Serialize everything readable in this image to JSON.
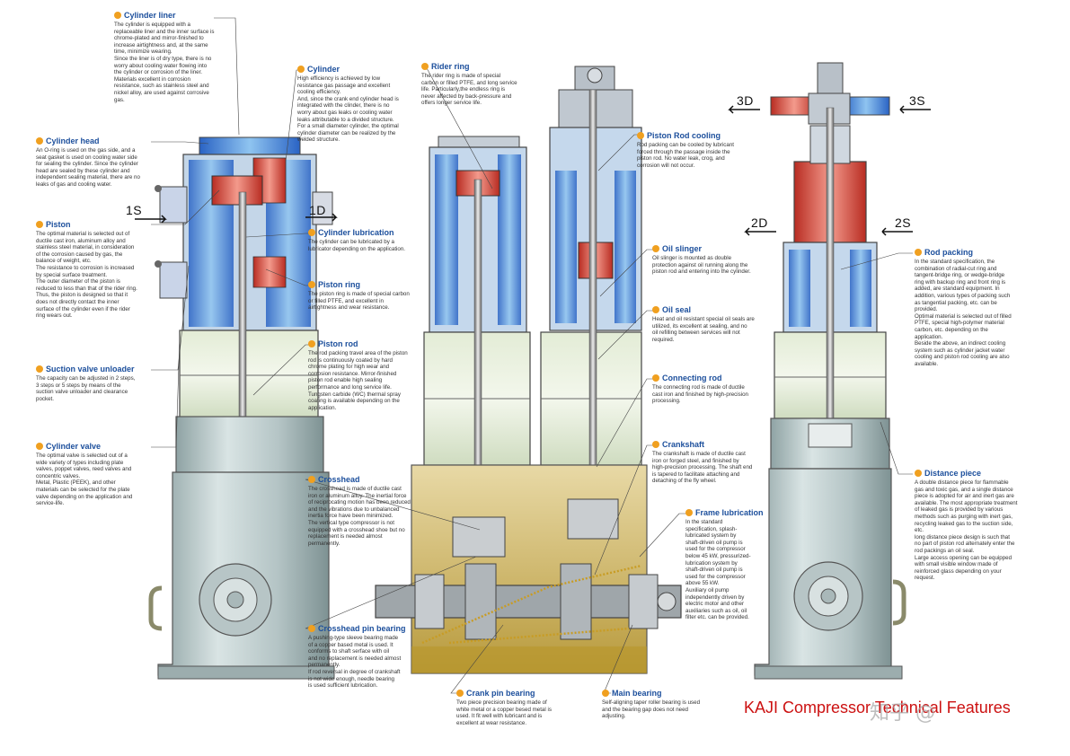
{
  "callouts": [
    {
      "id": "cylinder-liner",
      "title": "Cylinder liner",
      "body": "The cylinder is equipped with a\nreplaceable liner and the inner surface is\nchrome-plated and mirror-finished to\nincrease airtightness and, at the same\ntime, minimize wearing.\nSince the liner is of dry type, there is no\nworry about cooling water flowing into\nthe cylinder or corrosion of the liner.\nMaterials excellent in corrosion\nresistance, such as stainless steel and\nnickel alloy, are used against corrosive\ngas."
    },
    {
      "id": "cylinder",
      "title": "Cylinder",
      "body": "High efficiency is achieved by low\nresistance gas passage and excellent\ncooling efficiency.\nAnd, since the crank end cylinder head is\nintegrated with the clinder, there is no\nworry about gas leaks or cooling water\nleaks attributable to a divided structure.\nFor a small diameter cylinder, the optimal\ncylinder diameter can be realized by the\nwelded structure."
    },
    {
      "id": "rider-ring",
      "title": "Rider ring",
      "body": "The rider ring is made of special\ncarbon or filled PTFE, and long service\nlife. Particularly,the endless ring is\nnever affected by back-pressure and\noffers longer service life."
    },
    {
      "id": "piston-rod-cooling",
      "title": "Piston Rod cooling",
      "body": "Rod packing can be cooled by lubricant\nforced through the passage inside the\npiston rod. No water leak, crog, and\ncorrosion will not occur."
    },
    {
      "id": "cylinder-head",
      "title": "Cylinder head",
      "body": "An O-ring is used on the gas side, and a\nseat gasket is used on cooling water side\nfor sealing the cylinder. Since the cylinder\nhead are sealed by these cylinder and\nindependent sealing material, there are no\nleaks of gas and cooling water."
    },
    {
      "id": "piston",
      "title": "Piston",
      "body": "The optimal material is selected out of\nductile cast iron, aluminum alloy and\nstainless steel material, in consideration\nof the corrosion caused by gas, the\nbalance of weight, etc.\nThe resistance to corrosion is increased\nby special surface treatment.\nThe outer diameter of the piston is\nreduced to less than that of the rider ring.\nThus, the piston is designed so that it\ndoes not directly contact the inner\nsurface of the cylinder even if the rider\nring wears out."
    },
    {
      "id": "cylinder-lubrication",
      "title": "Cylinder lubrication",
      "body": "The cylinder can be lubricated by a\nlubricator depending on the application."
    },
    {
      "id": "oil-slinger",
      "title": "Oil slinger",
      "body": "Oil slinger is mounted as double\nprotection against oil running along the\npiston rod and entering into the cylinder."
    },
    {
      "id": "rod-packing",
      "title": "Rod packing",
      "body": "In the standard specification, the\ncombination of radial-cut ring and\ntangent-bridge ring, or wedge-bridge\nring with backup ring and front ring is\nadded, are standard equipment. In\naddition, various types of packing such\nas tangential packing, etc. can be\nprovided.\nOptimal material is selected out of filled\nPTFE, special high-polymer material\ncarbon, etc. depending on the\napplication.\nBeside the above, an indirect cooling\nsystem such as cylinder jacket water\ncooling and piston rod cooling are also\navailable."
    },
    {
      "id": "piston-ring",
      "title": "Piston ring",
      "body": "The piston ring is made of special carbon\nor filled PTFE, and excellent in\nairtightness and wear resistance."
    },
    {
      "id": "oil-seal",
      "title": "Oil seal",
      "body": "Heat and oil resistant special oil seals are\nutilized, its excellent at sealing, and no\noil refilling between services will not\nrequired."
    },
    {
      "id": "piston-rod",
      "title": "Piston rod",
      "body": "The rod packing travel area of the piston\nrod is continuously coated by hard\nchrome plating for high wear and\ncorrosion resistance. Mirror-finished\npiston rod enable high sealing\nperformance and long service life.\nTungsten carbide (WC) thermal spray\ncoating is available depending on the\napplication."
    },
    {
      "id": "suction-valve-unloader",
      "title": "Suction valve unloader",
      "body": "The capacity can be adjusted in 2 steps,\n3 steps or 5 steps by means of the\nsuction valve unloader and clearance\npocket."
    },
    {
      "id": "connecting-rod",
      "title": "Connecting rod",
      "body": "The connecting rod is made of ductile\ncast iron and finished by high-precision\nprocessing."
    },
    {
      "id": "cylinder-valve",
      "title": "Cylinder valve",
      "body": "The optimal valve is selected out of a\nwide variety of types including plate\nvalves, poppet valves, reed valves and\nconcentric valves.\nMetal, Plastic (PEEK), and other\nmaterials can be selected for the plate\nvalve depending on the application and\nservice-life."
    },
    {
      "id": "crankshaft",
      "title": "Crankshaft",
      "body": "The crankshaft is made of ductile cast\niron or forged steel, and finished by\nhigh-precision processing. The shaft end\nis tapered to facilitate attaching and\ndetaching of the fly wheel."
    },
    {
      "id": "distance-piece",
      "title": "Distance piece",
      "body": "A double distance piece for flammable\ngas and toxic gas, and a single distance\npiece is adopted for air and inert gas are\navailable. The most appropriate treatment\nof leaked gas is provided by various\nmethods such as purging with inert gas,\nrecycling leaked gas to the suction side,\netc.\nlong distance piece design is such that\nno part of piston rod alternately enter the\nrod packings an oil seal.\nLarge access opening can be equipped\nwith small visible window made of\nreinforced glass depending on your\nrequest."
    },
    {
      "id": "crosshead",
      "title": "Crosshead",
      "body": "The crosshead is made of ductile cast\niron or aluminum alloy. The inertial force\nof reciprocating motion has been reduced\nand the vibrations due to unbalanced\ninertia force have been minimized.\nThe vertical type compressor is not\nequipped with a crosshead shoe but no\nreplacement is needed almost\npermanently."
    },
    {
      "id": "frame-lubrication",
      "title": "Frame lubrication",
      "body": "In the standard\nspecification, splash-\nlubricated system by\nshaft-driven oil pump is\nused for the compressor\nbelow 45 kW, pressurized-\nlubrication system by\nshaft-driven oil pump is\nused for the compressor\nabove 55 kW.\nAuxiliary oil pump\nindependently driven by\nelectric motor and other\nauxiliaries such as oil, oil\nfilter etc. can be provided."
    },
    {
      "id": "crosshead-pin-bearing",
      "title": "Crosshead pin bearing",
      "body": "A pushing-type sleeve bearing made\nof a copper based metal is used. It\nconforms to shaft serface with oil\nand no replacement is needed almost\npermanently.\nIf rod reversal in degree of crankshaft\nis not wide enough, needle bearing\nis used sufficient lubrication."
    },
    {
      "id": "crank-pin-bearing",
      "title": "Crank pin bearing",
      "body": "Two piece precision bearing made of\nwhite metal or a copper besed metal is\nused. It fit well with lubricant and is\nexcellent at wear resistance."
    },
    {
      "id": "main-bearing",
      "title": "Main bearing",
      "body": "Self-aligning taper roller bearing is used\nand the bearing gap does not need\nadjusting."
    }
  ],
  "direction_labels": {
    "s1": "1S",
    "d1": "1D",
    "d3": "3D",
    "s3": "3S",
    "d2": "2D",
    "s2": "2S"
  },
  "footer": {
    "title": "KAJI Compressor Technical Features",
    "watermark": "知乎 @"
  },
  "colors": {
    "heading": "#1c4f9c",
    "bullet": "#f0a020",
    "suction": "#2d6fd0",
    "discharge": "#d0342a",
    "body": "#b9c9c9",
    "oil": "#c8a53a",
    "footer": "#cc1111"
  }
}
